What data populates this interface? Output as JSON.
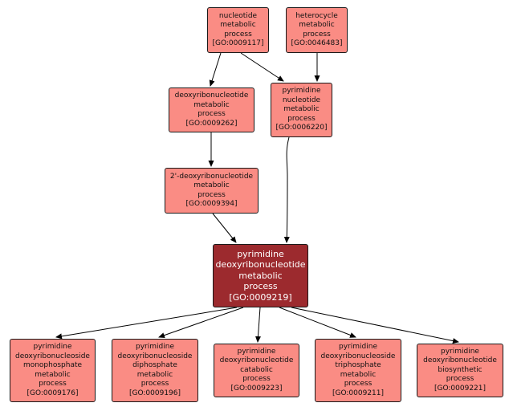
{
  "nodes": [
    {
      "key": "n9117",
      "label": "nucleotide\nmetabolic\nprocess",
      "go_id": "[GO:0009117]"
    },
    {
      "key": "n46483",
      "label": "heterocycle\nmetabolic\nprocess",
      "go_id": "[GO:0046483]"
    },
    {
      "key": "n9262",
      "label": "deoxyribonucleotide\nmetabolic\nprocess",
      "go_id": "[GO:0009262]"
    },
    {
      "key": "n6220",
      "label": "pyrimidine\nnucleotide\nmetabolic\nprocess",
      "go_id": "[GO:0006220]"
    },
    {
      "key": "n9394",
      "label": "2'-deoxyribonucleotide\nmetabolic\nprocess",
      "go_id": "[GO:0009394]"
    },
    {
      "key": "n9219",
      "label": "pyrimidine\ndeoxyribonucleotide\nmetabolic\nprocess",
      "go_id": "[GO:0009219]"
    },
    {
      "key": "n9176",
      "label": "pyrimidine\ndeoxyribonucleoside\nmonophosphate\nmetabolic\nprocess",
      "go_id": "[GO:0009176]"
    },
    {
      "key": "n9196",
      "label": "pyrimidine\ndeoxyribonucleoside\ndiphosphate\nmetabolic\nprocess",
      "go_id": "[GO:0009196]"
    },
    {
      "key": "n9223",
      "label": "pyrimidine\ndeoxyribonucleotide\ncatabolic\nprocess",
      "go_id": "[GO:0009223]"
    },
    {
      "key": "n9211",
      "label": "pyrimidine\ndeoxyribonucleoside\ntriphosphate\nmetabolic\nprocess",
      "go_id": "[GO:0009211]"
    },
    {
      "key": "n9221",
      "label": "pyrimidine\ndeoxyribonucleotide\nbiosynthetic\nprocess",
      "go_id": "[GO:0009221]"
    }
  ],
  "edges": [
    {
      "from": "n9117",
      "to": "n9262"
    },
    {
      "from": "n9117",
      "to": "n6220"
    },
    {
      "from": "n46483",
      "to": "n6220"
    },
    {
      "from": "n9262",
      "to": "n9394"
    },
    {
      "from": "n9394",
      "to": "n9219"
    },
    {
      "from": "n6220",
      "to": "n9219"
    },
    {
      "from": "n9219",
      "to": "n9176"
    },
    {
      "from": "n9219",
      "to": "n9196"
    },
    {
      "from": "n9219",
      "to": "n9223"
    },
    {
      "from": "n9219",
      "to": "n9211"
    },
    {
      "from": "n9219",
      "to": "n9221"
    }
  ],
  "colors": {
    "node_fill": "#fa8c84",
    "focus_fill": "#9c2a2e",
    "edge": "#000000"
  }
}
